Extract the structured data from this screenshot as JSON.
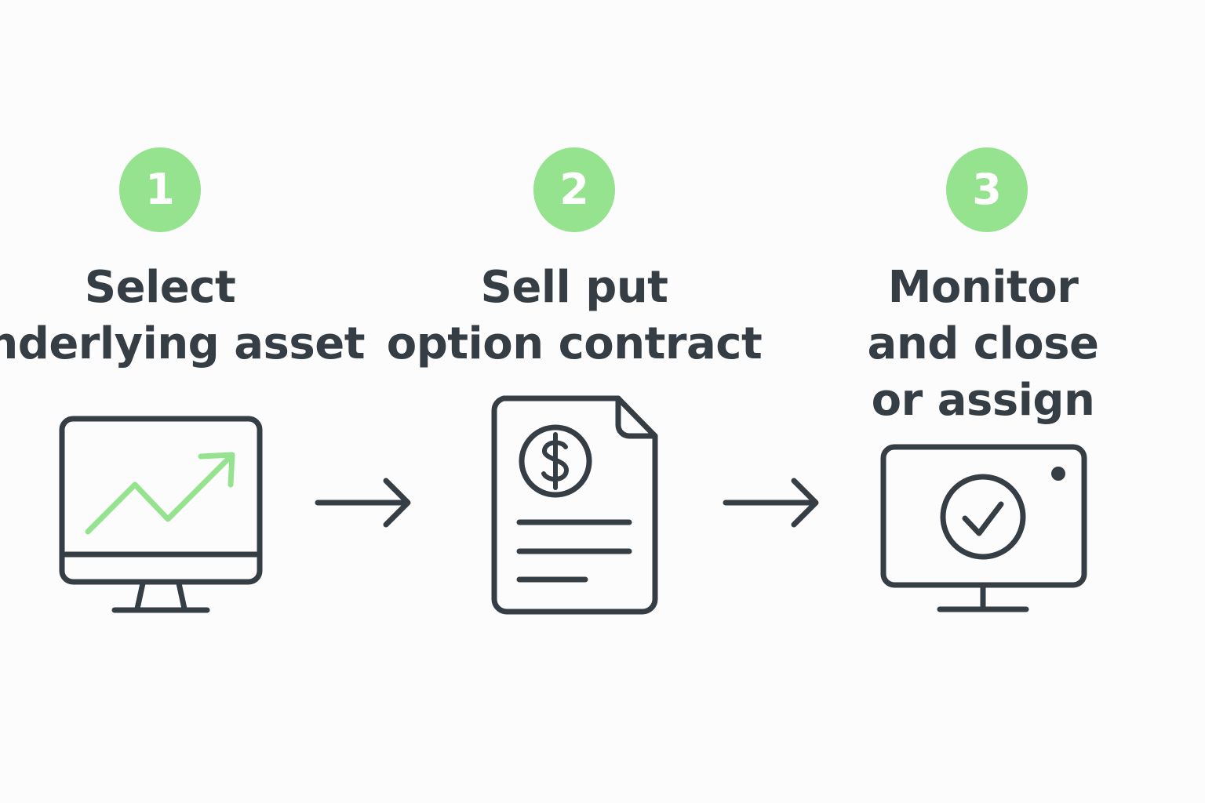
{
  "colors": {
    "accent": "#95e28f",
    "ink": "#353d45",
    "background": "#fcfcfc"
  },
  "steps": [
    {
      "number": "1",
      "label_lines": [
        "Select",
        "underlying asset"
      ],
      "icon": "monitor-chart-icon"
    },
    {
      "number": "2",
      "label_lines": [
        "Sell put",
        "option contract"
      ],
      "icon": "dollar-document-icon"
    },
    {
      "number": "3",
      "label_lines": [
        "Monitor",
        "and close",
        "or assign"
      ],
      "icon": "monitor-check-icon"
    }
  ],
  "connectors": [
    "arrow-right-icon",
    "arrow-right-icon"
  ]
}
